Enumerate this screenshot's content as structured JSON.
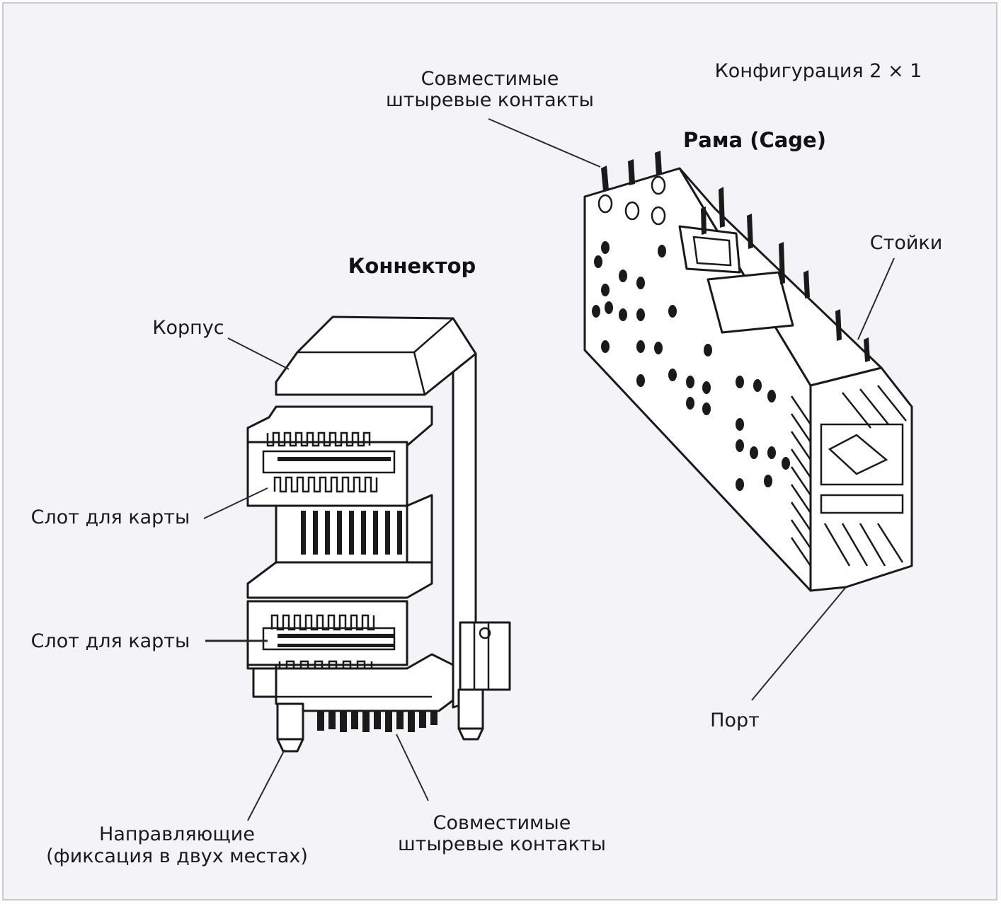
{
  "colors": {
    "frame_border": "#c9c9d3",
    "frame_fill": "#f3f3f8",
    "ink": "#1a1a1a"
  },
  "connector": {
    "title": "Коннектор",
    "labels": {
      "housing": "Корпус",
      "card_slot_top": "Слот для карты",
      "card_slot_bottom": "Слот для карты",
      "guides": [
        "Направляющие",
        "(фиксация в двух местах)"
      ],
      "pins": [
        "Совместимые",
        "штыревые контакты"
      ]
    }
  },
  "cage": {
    "title": "Рама (Cage)",
    "configuration": "Конфигурация 2 × 1",
    "labels": {
      "pins": [
        "Совместимые",
        "штыревые контакты"
      ],
      "posts": "Стойки",
      "port": "Порт"
    }
  }
}
